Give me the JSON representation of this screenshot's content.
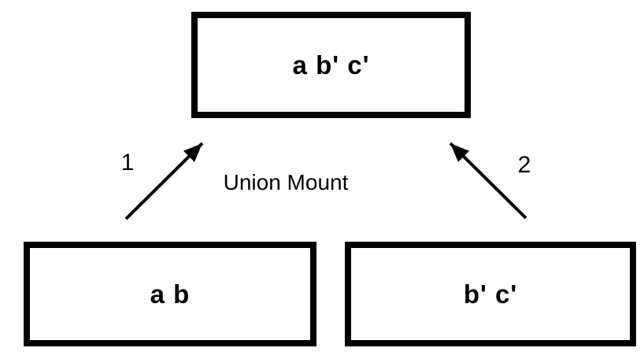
{
  "diagram": {
    "center_label": "Union Mount",
    "top_node": {
      "label": "a b' c'"
    },
    "bottom_left_node": {
      "label": "a b"
    },
    "bottom_right_node": {
      "label": "b' c'"
    },
    "arrow_left": {
      "label": "1"
    },
    "arrow_right": {
      "label": "2"
    },
    "colors": {
      "line": "#000000",
      "border": "#000000",
      "background": "#ffffff",
      "text": "#000000"
    }
  }
}
